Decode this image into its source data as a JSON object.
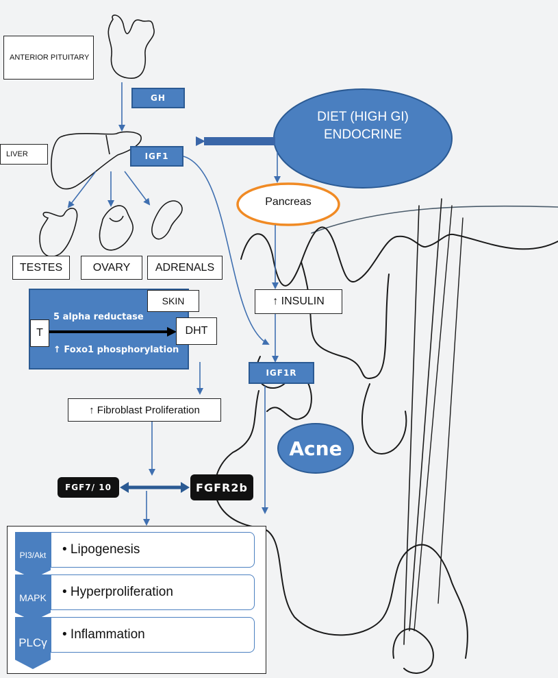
{
  "labels": {
    "anterior_pituitary": "ANTERIOR PITUITARY",
    "liver": "LIVER",
    "gh": "GH",
    "igf1": "IGF1",
    "diet_line1": "DIET (HIGH GI)",
    "diet_line2": "ENDOCRINE",
    "pancreas": "Pancreas",
    "testes": "TESTES",
    "ovary": "OVARY",
    "adrenals": "ADRENALS",
    "skin": "SKIN",
    "enzyme": "5 alpha reductase",
    "t": "T",
    "dht": "DHT",
    "foxo": "↑ Foxo1 phosphorylation",
    "insulin": "↑ INSULIN",
    "igf1r": "IGF1R",
    "fibroblast": "↑ Fibroblast Proliferation",
    "fgf": "FGF7/ 10",
    "fgfr": "FGFR2b",
    "acne": "Acne"
  },
  "pathways": [
    {
      "code": "PI3/Akt",
      "effect": "• Lipogenesis"
    },
    {
      "code": "MAPK",
      "effect": "• Hyperproliferation"
    },
    {
      "code": "PLCγ",
      "effect": "•  Inflammation"
    }
  ],
  "colors": {
    "blue": "#4a7fc0",
    "dark_blue": "#2b5a93",
    "arrow": "#3f6fb0",
    "pancreas_border": "#f08a24",
    "sketch": "#1a1a1a"
  }
}
